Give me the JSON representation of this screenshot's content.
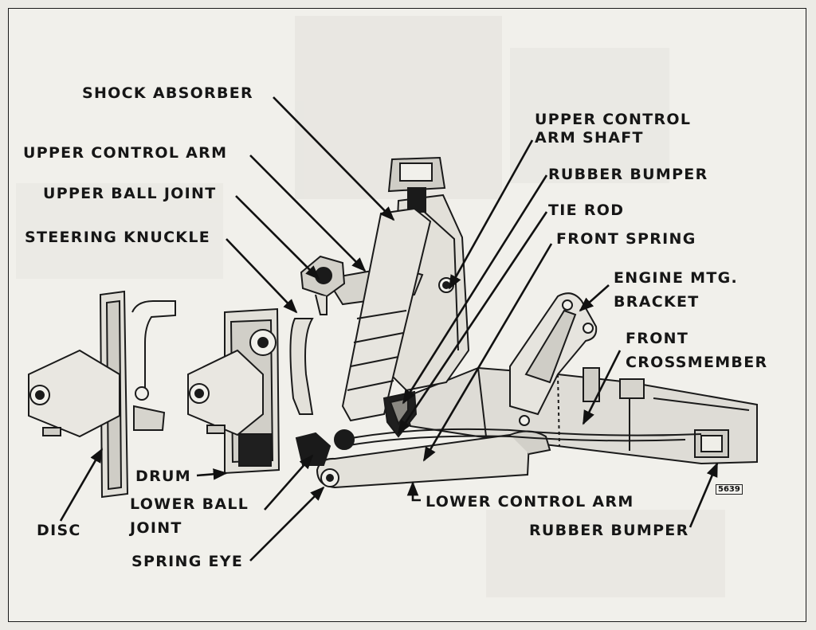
{
  "figure": {
    "number": "5639",
    "colors": {
      "ink": "#1a1a1a",
      "paper": "#f1f0eb",
      "shade": "#bdbbb4"
    }
  },
  "labels": {
    "shock_absorber": "SHOCK ABSORBER",
    "upper_control_arm": "UPPER CONTROL ARM",
    "upper_ball_joint": "UPPER BALL JOINT",
    "steering_knuckle": "STEERING KNUCKLE",
    "upper_control_arm_shaft": [
      "UPPER CONTROL",
      "ARM SHAFT"
    ],
    "rubber_bumper_upper": "RUBBER BUMPER",
    "tie_rod": "TIE ROD",
    "front_spring": "FRONT SPRING",
    "engine_mtg_bracket": [
      "ENGINE MTG.",
      "BRACKET"
    ],
    "front_crossmember": [
      "FRONT",
      "CROSSMEMBER"
    ],
    "drum": "DRUM",
    "lower_ball_joint": [
      "LOWER BALL",
      "JOINT"
    ],
    "disc": "DISC",
    "spring_eye": "SPRING EYE",
    "lower_control_arm": "LOWER CONTROL ARM",
    "rubber_bumper_lower": "RUBBER BUMPER"
  }
}
